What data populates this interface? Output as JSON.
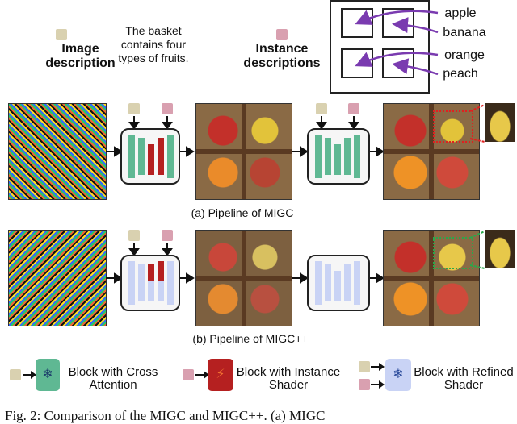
{
  "top": {
    "image_description_label": "Image description",
    "global_prompt": "The basket contains four types of fruits.",
    "instance_descriptions_label": "Instance descriptions",
    "layout_labels": [
      "apple",
      "banana",
      "orange",
      "peach"
    ]
  },
  "captions": {
    "migc": "(a) Pipeline of MIGC",
    "migcpp": "(b) Pipeline of MIGC++"
  },
  "legend": {
    "cross_attention": "Block with Cross Attention",
    "instance_shader": "Block with Instance Shader",
    "refined_shader": "Block with Refined Shader"
  },
  "colors": {
    "image_desc_token": "#d9d1b0",
    "instance_desc_token": "#d9a0b0",
    "cross_attention_block": "#5fb893",
    "instance_shader_block": "#b52020",
    "refined_shader_block": "#c9d3f5"
  },
  "figure_caption": "Fig. 2: Comparison of the MIGC and MIGC++. (a) MIGC"
}
